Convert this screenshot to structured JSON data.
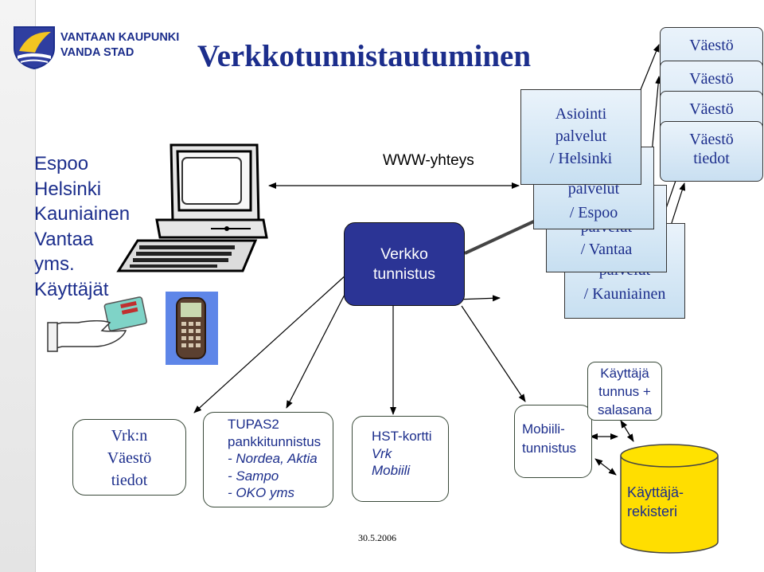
{
  "logo": {
    "line1": "VANTAAN KAUPUNKI",
    "line2": "VANDA STAD"
  },
  "title": "Verkkotunnistautuminen",
  "cities": [
    "Espoo",
    "Helsinki",
    "Kauniainen",
    "Vantaa",
    "yms.",
    "Käyttäjät"
  ],
  "www_label": "WWW-yhteys",
  "verkko": {
    "line1": "Verkko",
    "line2": "tunnistus"
  },
  "services": [
    {
      "line1": "Asiointi",
      "line2": "palvelut",
      "line3": "/ Helsinki"
    },
    {
      "line1": "palvelut",
      "line2": "/ Espoo"
    },
    {
      "line1": "palvelut",
      "line2": "/ Vantaa"
    },
    {
      "line1": "palvelut",
      "line2": "/ Kauniainen"
    }
  ],
  "vaesto_boxes": [
    "Väestö",
    "Väestö",
    "Väestö"
  ],
  "vaesto_front": {
    "line1": "Väestö",
    "line2": "tiedot"
  },
  "bottom": {
    "vrk": {
      "line1": "Vrk:n",
      "line2": "Väestö",
      "line3": "tiedot"
    },
    "tupas": {
      "line1": "TUPAS2",
      "line2": "pankkitunnistus",
      "line3": "- Nordea, Aktia",
      "line4": "- Sampo",
      "line5": "- OKO yms"
    },
    "hst": {
      "line1": "HST-kortti",
      "line2": "Vrk",
      "line3": "Mobiili"
    },
    "mobiili": {
      "line1": "Mobiili-",
      "line2": "tunnistus"
    },
    "kayttaja": {
      "line1": "Käyttäjä",
      "line2": "tunnus +",
      "line3": "salasana"
    },
    "rekisteri": {
      "line1": "Käyttäjä-",
      "line2": "rekisteri"
    }
  },
  "date": "30.5.2006",
  "colors": {
    "title": "#1c2e8c",
    "verkko_fill": "#2b3495",
    "cylinder": "#ffde00"
  }
}
